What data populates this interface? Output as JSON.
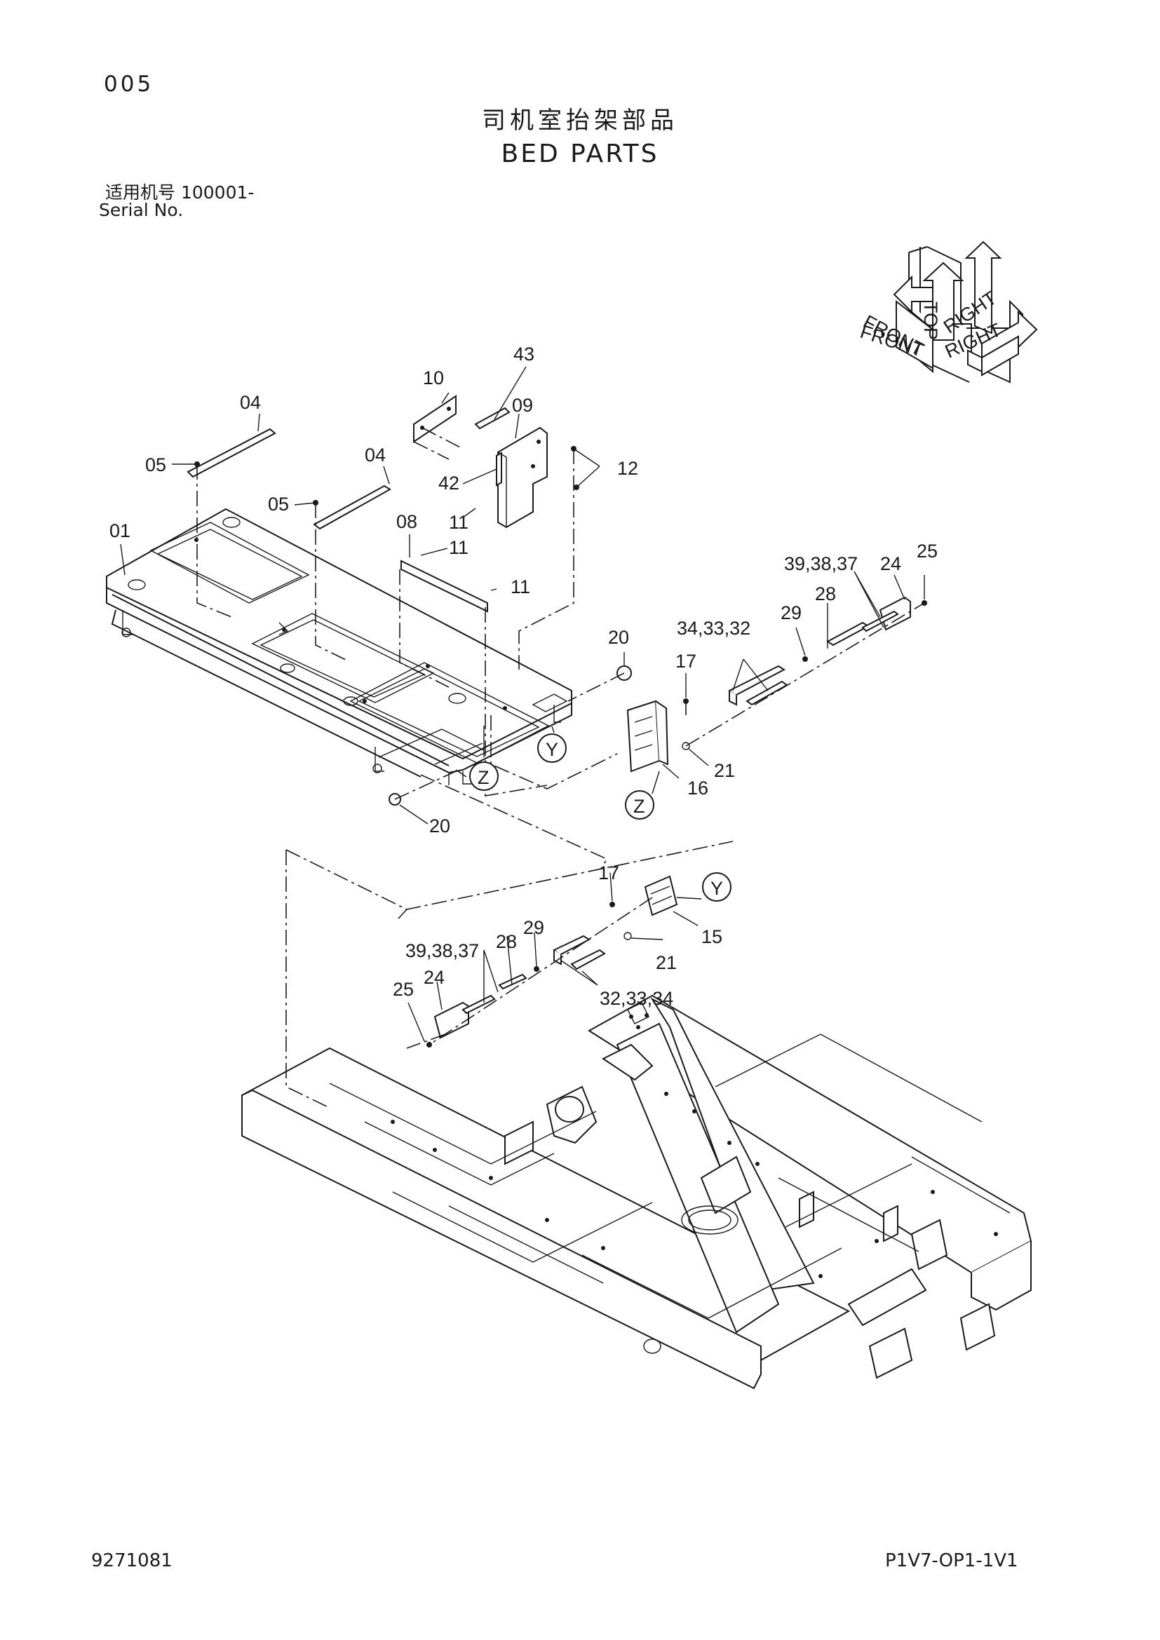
{
  "header": {
    "page_number": "005",
    "title_cn": "司机室抬架部品",
    "title_en": "BED PARTS",
    "serial_cn": "适用机号 100001-",
    "serial_en": "Serial No."
  },
  "orientation": {
    "front_small": "FRONT",
    "front": "FRONT",
    "top": "TOP",
    "right_small": "RIGHT",
    "right": "RIGHT"
  },
  "callouts": {
    "c43": "43",
    "c10": "10",
    "c04a": "04",
    "c09": "09",
    "c12": "12",
    "c05a": "05",
    "c04b": "04",
    "c42": "42",
    "c05b": "05",
    "c11a": "11",
    "c01": "01",
    "c08": "08",
    "c11b": "11",
    "c11c": "11",
    "c393837a": "39,38,37",
    "c24a": "24",
    "c25a": "25",
    "c28a": "28",
    "c29a": "29",
    "c343332": "34,33,32",
    "c20a": "20",
    "c17a": "17",
    "c21a": "21",
    "c16": "16",
    "c20b": "20",
    "c17b": "17",
    "c15": "15",
    "c21b": "21",
    "c393837b": "39,38,37",
    "c28b": "28",
    "c29b": "29",
    "c24b": "24",
    "c25b": "25",
    "c323334": "32,33,34"
  },
  "view_markers": {
    "y1": "Y",
    "z1": "Z",
    "z2": "Z",
    "y2": "Y"
  },
  "footer": {
    "doc_number": "9271081",
    "page_code": "P1V7-OP1-1V1"
  }
}
